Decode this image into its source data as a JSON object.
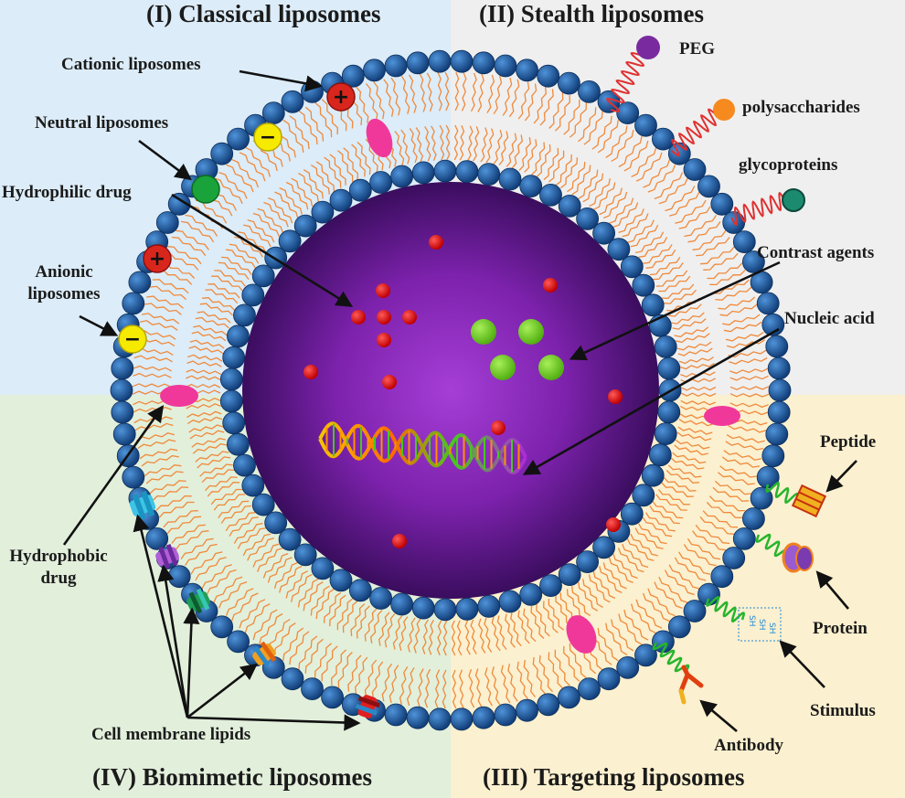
{
  "quadrants": {
    "classical": {
      "title": "(I) Classical liposomes",
      "color": "#dcecf8"
    },
    "stealth": {
      "title": "(II) Stealth liposomes",
      "color": "#efefef"
    },
    "targeting": {
      "title": "(III) Targeting liposomes",
      "color": "#fbf0cf"
    },
    "biomimetic": {
      "title": "(IV) Biomimetic liposomes",
      "color": "#e2efdb"
    }
  },
  "labels": {
    "cationic": "Cationic liposomes",
    "neutral": "Neutral liposomes",
    "hydrophilic_drug": "Hydrophilic drug",
    "anionic_line1": "Anionic",
    "anionic_line2": "liposomes",
    "hydrophobic_line1": "Hydrophobic",
    "hydrophobic_line2": "drug",
    "cell_membrane_lipids": "Cell membrane lipids",
    "peg": "PEG",
    "polysaccharides": "polysaccharides",
    "glycoproteins": "glycoproteins",
    "contrast_agents": "Contrast agents",
    "nucleic_acid": "Nucleic acid",
    "peptide": "Peptide",
    "protein": "Protein",
    "stimulus": "Stimulus",
    "antibody": "Antibody"
  },
  "charge_symbols": {
    "positive": "+",
    "negative": "−"
  },
  "stimulus_glyph": "SH",
  "colors": {
    "lipid_head": "#1f5fa8",
    "lipid_tail": "#ef8a3c",
    "core_inner": "#9a35c9",
    "core_outer": "#3a0d5e",
    "hydrophilic_drug": "#e81212",
    "contrast_agent": "#7ed321",
    "hydrophobic_drug": "#f0389b",
    "cationic": "#d9261c",
    "anionic": "#f6ea00",
    "neutral": "#1aa33a",
    "peg_chain": "#e03030",
    "peg_ball": "#7a2a9f",
    "polysaccharide_ball": "#f68a1e",
    "glycoprotein_ball": "#1c8a6e",
    "targeting_chain": "#25b52d"
  }
}
